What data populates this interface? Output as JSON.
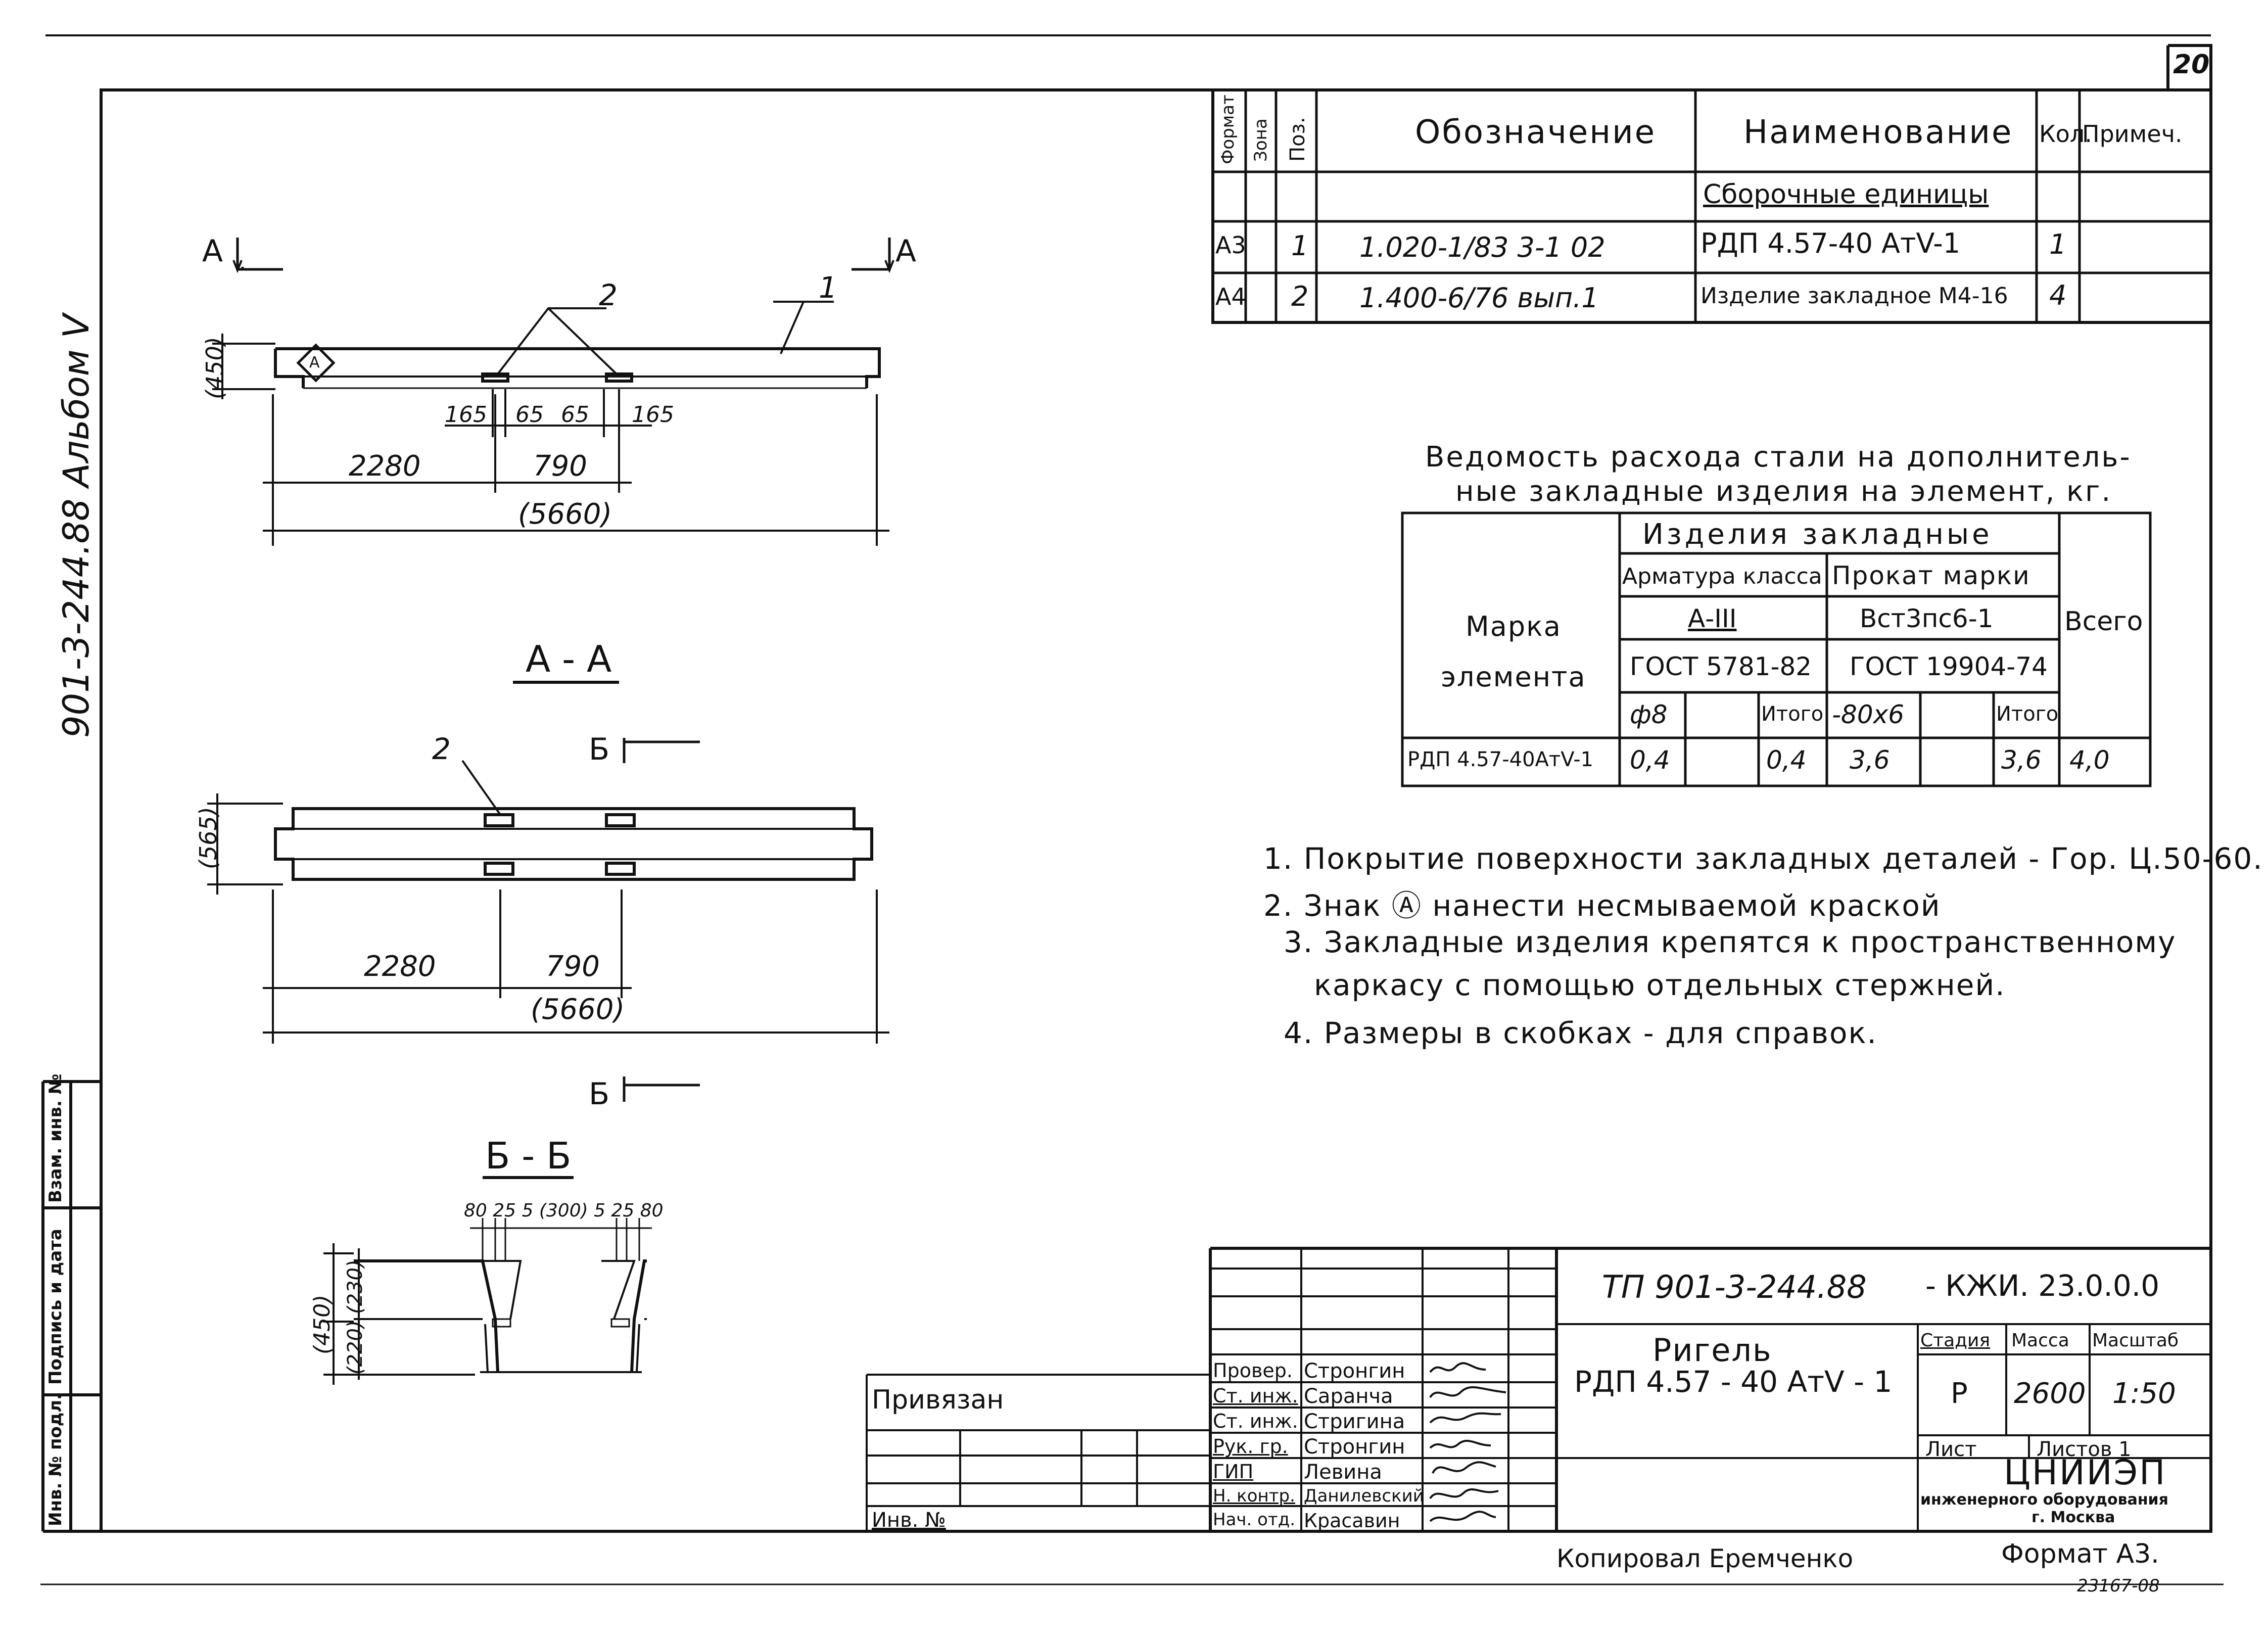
{
  "page_number": "20",
  "album_text": "901-3-244.88 Альбом V",
  "spec_table": {
    "headers": {
      "format": "Формат",
      "zone": "Зона",
      "pos": "Поз.",
      "designation": "Обозначение",
      "name": "Наименование",
      "qty": "Кол.",
      "note": "Примеч."
    },
    "section": "Сборочные единицы",
    "rows": [
      {
        "format": "А3",
        "pos": "1",
        "designation": "1.020-1/83 3-1 02",
        "name": "РДП 4.57-40 АтV-1",
        "qty": "1"
      },
      {
        "format": "А4",
        "pos": "2",
        "designation": "1.400-6/76 вып.1",
        "name": "Изделие закладное М4-16",
        "qty": "4"
      }
    ]
  },
  "steel_table": {
    "title_line1": "Ведомость расхода стали на дополнитель-",
    "title_line2": "ные закладные изделия на элемент, кг.",
    "col_mark": "Марка элемента",
    "group": "Изделия закладные",
    "rebar_class": "Арматура класса",
    "rolled_mark": "Прокат марки",
    "total": "Всего",
    "rebar_grade": "А-III",
    "rolled_grade": "Вст3пс6-1",
    "rebar_gost": "ГОСТ 5781-82",
    "rolled_gost": "ГОСТ 19904-74",
    "rebar_dia": "ф8",
    "itogo": "Итого",
    "rolled_size": "-80х6",
    "row": {
      "mark": "РДП 4.57-40АтV-1",
      "rebar": "0,4",
      "rebar_total": "0,4",
      "rolled": "3,6",
      "rolled_total": "3,6",
      "total": "4,0"
    }
  },
  "notes": [
    "1. Покрытие поверхности закладных деталей - Гор. Ц.50-60.",
    "2. Знак Ⓐ нанести несмываемой краской",
    "3. Закладные изделия крепятся к пространственному",
    "каркасу с помощью отдельных стержней.",
    "4. Размеры в скобках - для справок."
  ],
  "drawing": {
    "section_a_mark": "А",
    "section_a_title": "А - А",
    "section_b_mark": "Б",
    "section_b_title": "Б - Б",
    "diamond_label": "А",
    "pos1": "1",
    "pos2": "2",
    "dims_top": {
      "height": "(450)",
      "d165a": "165",
      "d65a": "65",
      "d65b": "65",
      "d165b": "165",
      "d2280": "2280",
      "d790": "790",
      "total": "(5660)"
    },
    "dims_mid": {
      "height": "(565)",
      "d2280": "2280",
      "d790": "790",
      "total": "(5660)"
    },
    "dims_bot": {
      "top": "80 25 5 (300) 5 25 80",
      "h450": "(450)",
      "h230": "(230)",
      "h220": "(220)"
    }
  },
  "title_block": {
    "doc_code": "ТП 901-3-244.88",
    "doc_suffix": "- КЖИ. 23.0.0.0",
    "title_line1": "Ригель",
    "title_line2": "РДП 4.57 - 40 АтV - 1",
    "stage_label": "Стадия",
    "mass_label": "Масса",
    "scale_label": "Масштаб",
    "stage": "Р",
    "mass": "2600",
    "scale": "1:50",
    "sheet_label": "Лист",
    "sheets_label": "Листов 1",
    "org_name": "ЦНИИЭП",
    "org_line2": "инженерного оборудования",
    "org_line3": "г. Москва",
    "staff": [
      {
        "role": "Провер.",
        "name": "Стронгин"
      },
      {
        "role": "Ст. инж.",
        "name": "Саранча"
      },
      {
        "role": "Ст. инж.",
        "name": "Стригина"
      },
      {
        "role": "Рук. гр.",
        "name": "Стронгин"
      },
      {
        "role": "ГИП",
        "name": "Левина"
      },
      {
        "role": "Н. контр.",
        "name": "Данилевский"
      },
      {
        "role": "Нач. отд.",
        "name": "Красавин"
      }
    ],
    "privyazan": "Привязан",
    "inv_no": "Инв. №"
  },
  "side_strip": {
    "inv_orig": "Инв. № подл.",
    "sign_date": "Подпись и дата",
    "vzam_inv": "Взам. инв. №"
  },
  "footer": {
    "copied": "Копировал Еремченко",
    "format": "Формат А3.",
    "number": "23167-08"
  }
}
